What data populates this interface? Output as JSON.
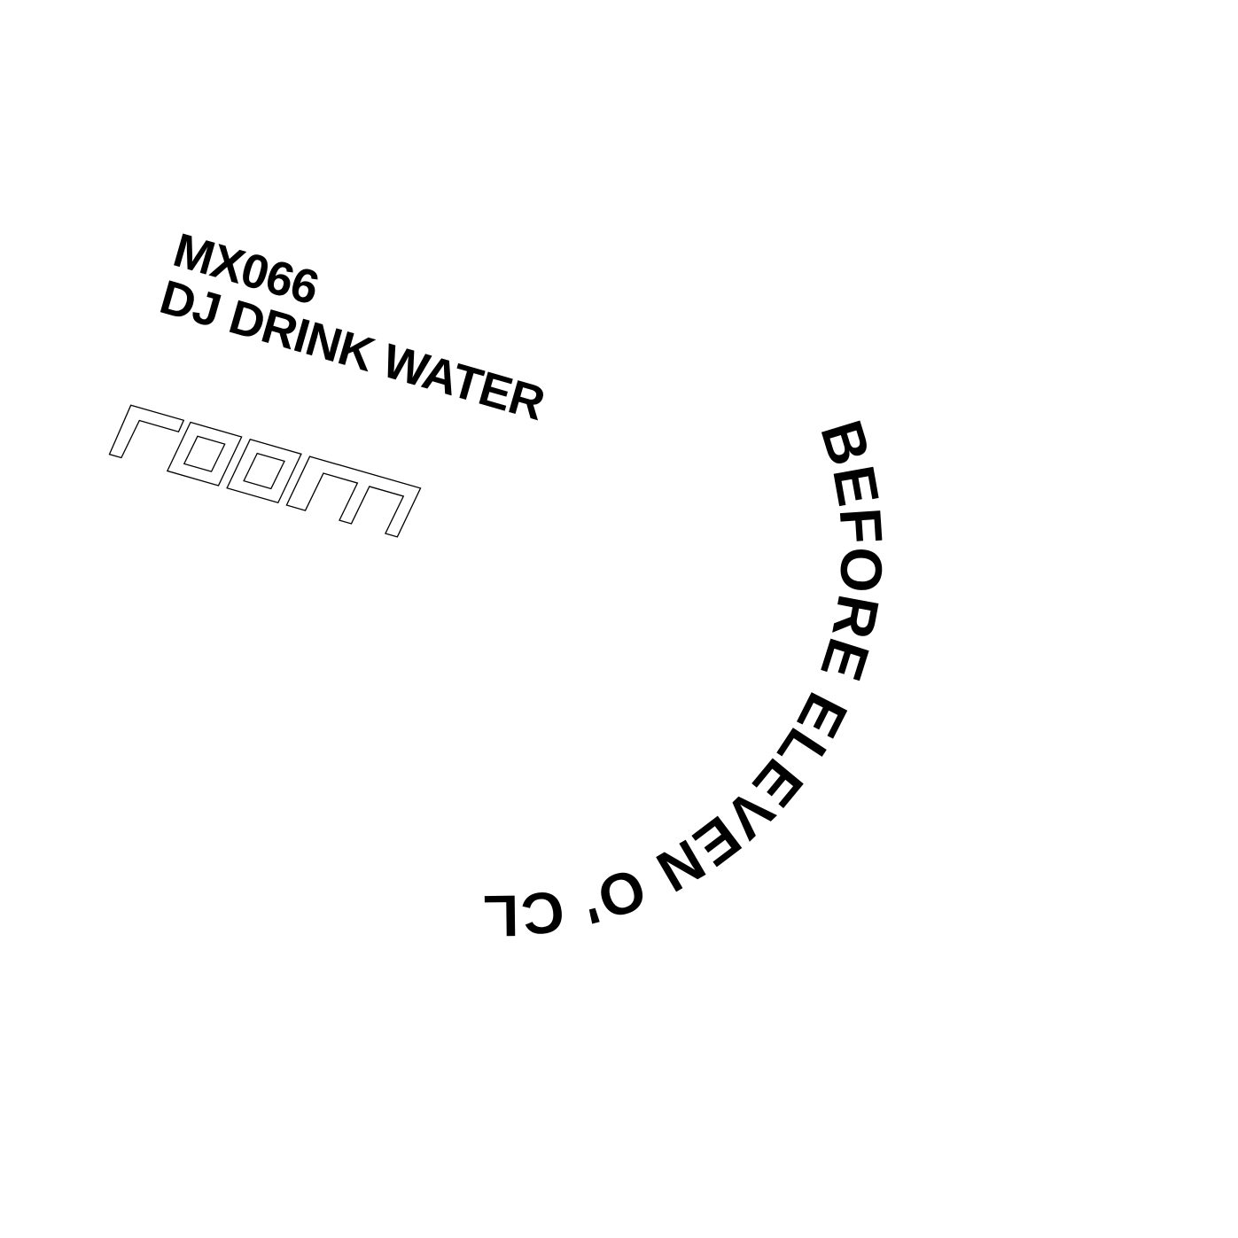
{
  "catalog_number": "MX066",
  "artist": "DJ DRINK WATER",
  "logo_text": "room",
  "title": "BEFORE ELEVEN O' CLOCK",
  "colors": {
    "background": "#ffffff",
    "ink": "#000000"
  }
}
